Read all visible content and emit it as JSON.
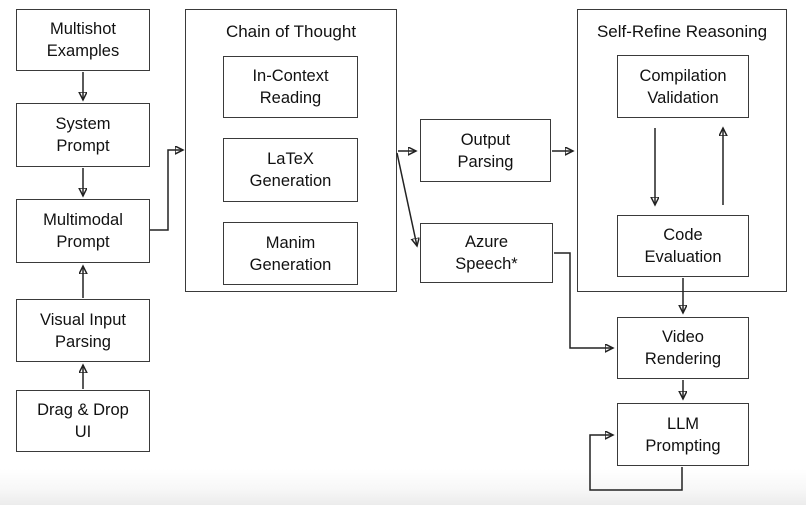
{
  "diagram": {
    "colors": {
      "background": "#ffffff",
      "box_fill": "#ffffff",
      "box_border": "#3a3a3a",
      "arrow": "#222222",
      "text": "#111111",
      "footer_strip": "#ececec"
    },
    "containers": {
      "chain_of_thought": {
        "title": "Chain of Thought"
      },
      "self_refine_reasoning": {
        "title": "Self-Refine Reasoning"
      }
    },
    "nodes": {
      "multishot_examples": {
        "label": "Multishot\nExamples"
      },
      "system_prompt": {
        "label": "System\nPrompt"
      },
      "multimodal_prompt": {
        "label": "Multimodal\nPrompt"
      },
      "visual_input_parsing": {
        "label": "Visual Input\nParsing"
      },
      "drag_drop_ui": {
        "label": "Drag & Drop\nUI"
      },
      "in_context_reading": {
        "label": "In-Context\nReading"
      },
      "latex_generation": {
        "label": "LaTeX\nGeneration"
      },
      "manim_generation": {
        "label": "Manim\nGeneration"
      },
      "output_parsing": {
        "label": "Output\nParsing"
      },
      "azure_speech": {
        "label": "Azure\nSpeech*"
      },
      "compilation_validation": {
        "label": "Compilation\nValidation"
      },
      "code_evaluation": {
        "label": "Code\nEvaluation"
      },
      "video_rendering": {
        "label": "Video\nRendering"
      },
      "llm_prompting": {
        "label": "LLM\nPrompting"
      }
    },
    "edges": [
      {
        "from": "multishot_examples",
        "to": "system_prompt"
      },
      {
        "from": "system_prompt",
        "to": "multimodal_prompt"
      },
      {
        "from": "visual_input_parsing",
        "to": "multimodal_prompt"
      },
      {
        "from": "drag_drop_ui",
        "to": "visual_input_parsing"
      },
      {
        "from": "multimodal_prompt",
        "to": "chain_of_thought"
      },
      {
        "from": "chain_of_thought",
        "to": "output_parsing"
      },
      {
        "from": "chain_of_thought",
        "to": "azure_speech"
      },
      {
        "from": "output_parsing",
        "to": "self_refine_reasoning"
      },
      {
        "from": "compilation_validation",
        "to": "code_evaluation"
      },
      {
        "from": "code_evaluation",
        "to": "compilation_validation"
      },
      {
        "from": "code_evaluation",
        "to": "video_rendering"
      },
      {
        "from": "azure_speech",
        "to": "video_rendering"
      },
      {
        "from": "video_rendering",
        "to": "llm_prompting"
      },
      {
        "from": "llm_prompting",
        "to": "llm_prompting"
      }
    ]
  }
}
